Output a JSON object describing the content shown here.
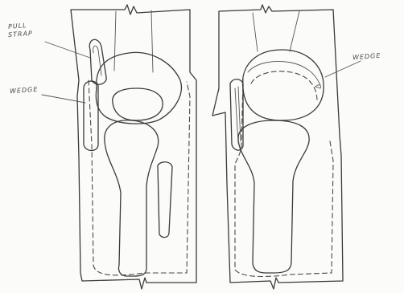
{
  "figure": {
    "left_view": {
      "labels": {
        "pull_strap_line1": "PULL",
        "pull_strap_line2": "STRAP",
        "wedge": "WEDGE"
      }
    },
    "right_view": {
      "labels": {
        "wedge": "WEDGE"
      }
    },
    "colors": {
      "ink": "#3a3a3a",
      "paper": "#fbfbfa"
    }
  }
}
